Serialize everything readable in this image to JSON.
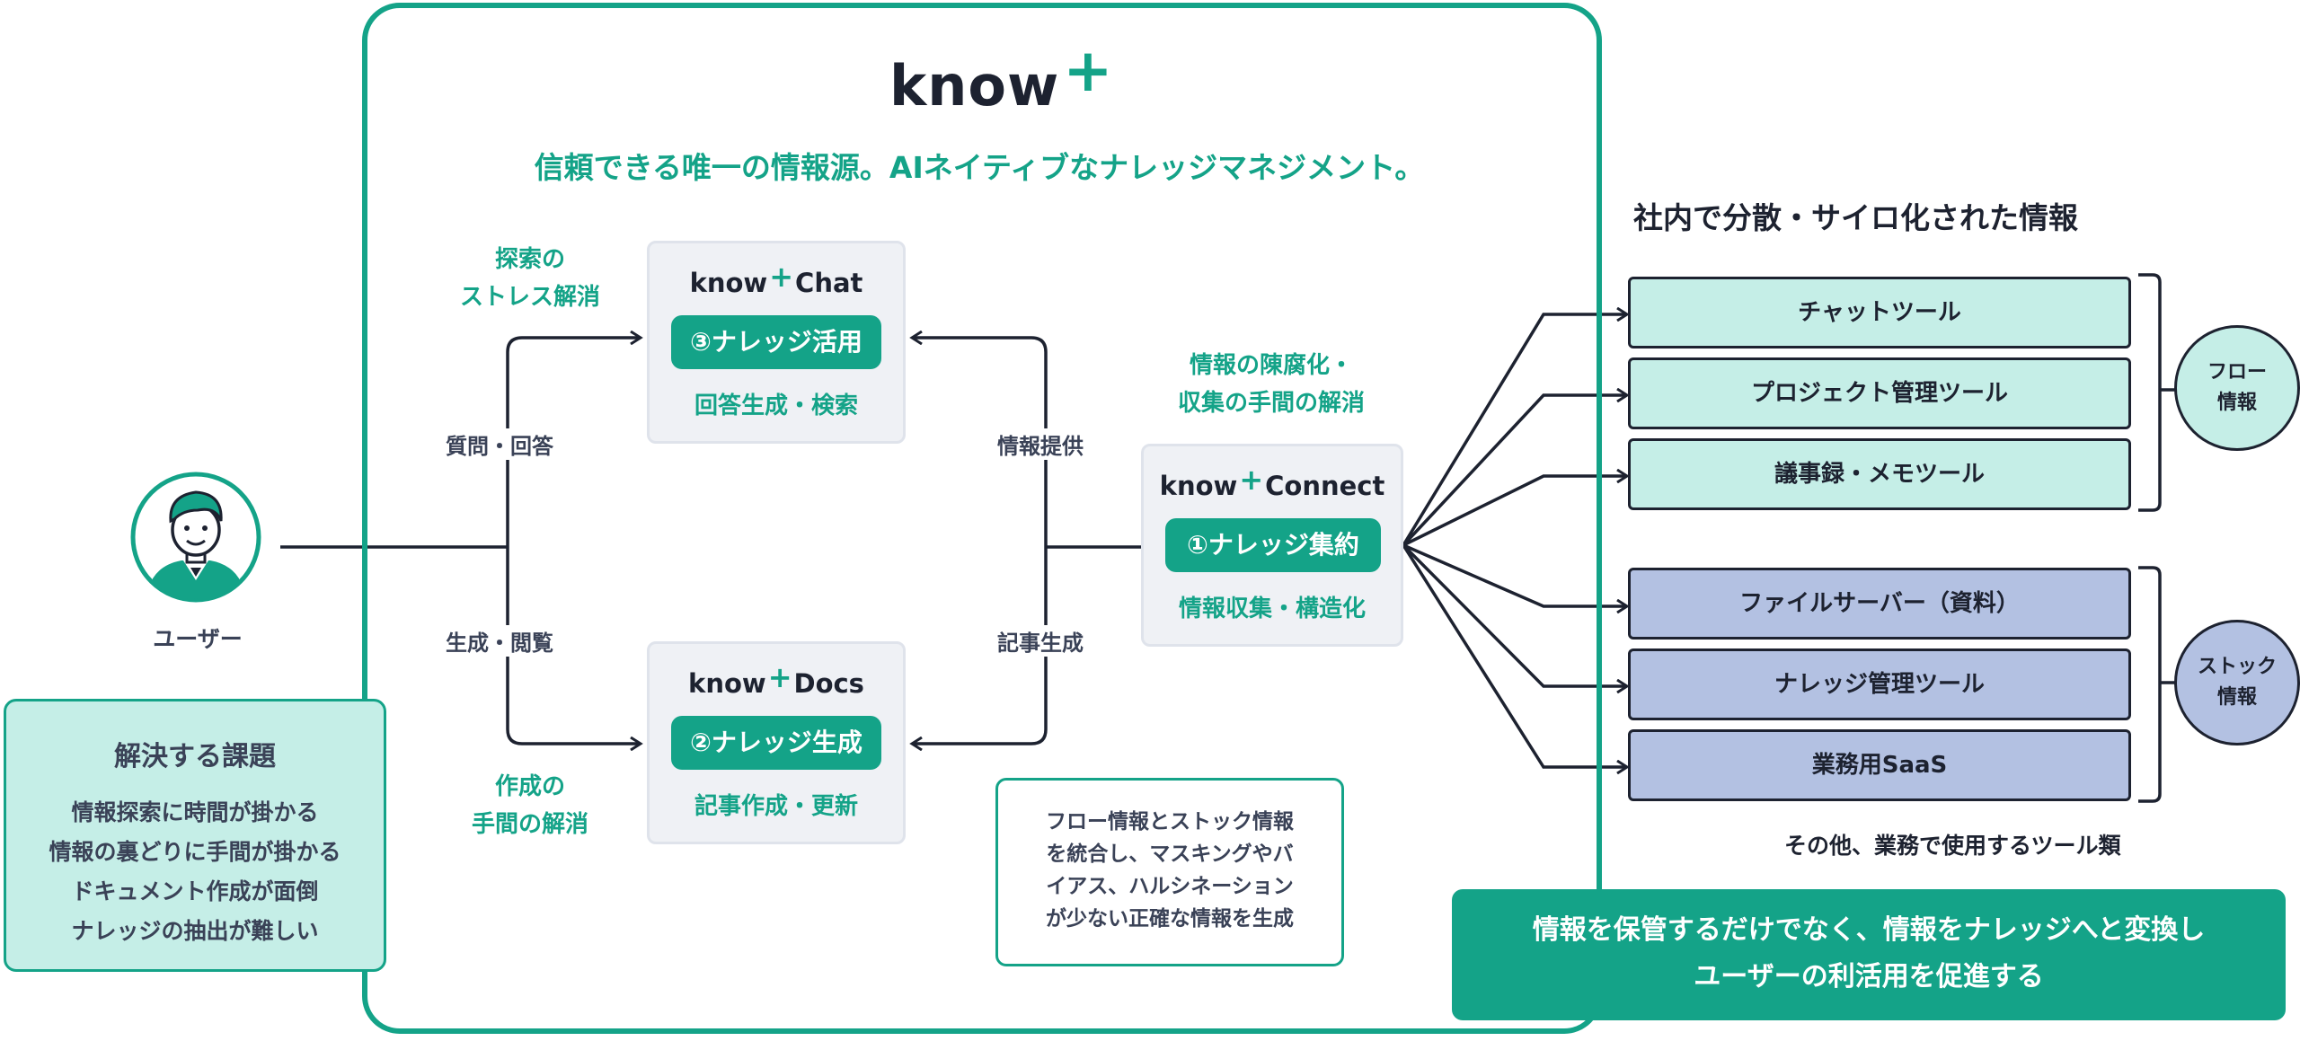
{
  "colors": {
    "brand_teal": "#14a388",
    "flow_tool_fill": "#c5eee7",
    "stock_tool_fill": "#b3c1e2",
    "card_fill": "#eff1f5",
    "dark": "#1d2230"
  },
  "main_logo": {
    "text": "know",
    "plus": "+"
  },
  "tagline": "信頼できる唯一の情報源。AIネイティブなナレッジマネジメント。",
  "products": {
    "chat": {
      "logo": "know",
      "plus": "+",
      "suffix": "Chat",
      "pill": "③ナレッジ活用",
      "sub": "回答生成・検索"
    },
    "docs": {
      "logo": "know",
      "plus": "+",
      "suffix": "Docs",
      "pill": "②ナレッジ生成",
      "sub": "記事作成・更新"
    },
    "connect": {
      "logo": "know",
      "plus": "+",
      "suffix": "Connect",
      "pill": "①ナレッジ集約",
      "sub": "情報収集・構造化"
    }
  },
  "annotations": {
    "search_stress": [
      "探索の",
      "ストレス解消"
    ],
    "creation_effort": [
      "作成の",
      "手間の解消"
    ],
    "obsolete_info": [
      "情報の陳腐化・",
      "収集の手間の解消"
    ]
  },
  "edge_labels": {
    "qa": "質問・回答",
    "generate_view": "生成・閲覧",
    "info_provide": "情報提供",
    "article_generate": "記事生成"
  },
  "user": {
    "label": "ユーザー",
    "icon": "person-avatar-icon"
  },
  "problems": {
    "title": "解決する課題",
    "items": [
      "情報探索に時間が掛かる",
      "情報の裏どりに手間が掛かる",
      "ドキュメント作成が面倒",
      "ナレッジの抽出が難しい"
    ]
  },
  "note": [
    "フロー情報とストック情報",
    "を統合し、マスキングやバ",
    "イアス、ハルシネーション",
    "が少ない正確な情報を生成"
  ],
  "right": {
    "heading": "社内で分散・サイロ化された情報",
    "flow_tools": [
      "チャットツール",
      "プロジェクト管理ツール",
      "議事録・メモツール"
    ],
    "stock_tools": [
      "ファイルサーバー（資料）",
      "ナレッジ管理ツール",
      "業務用SaaS"
    ],
    "flow_badge": [
      "フロー",
      "情報"
    ],
    "stock_badge": [
      "ストック",
      "情報"
    ],
    "other_tools": "その他、業務で使用するツール類"
  },
  "banner": [
    "情報を保管するだけでなく、情報をナレッジへと変換し",
    "ユーザーの利活用を促進する"
  ]
}
